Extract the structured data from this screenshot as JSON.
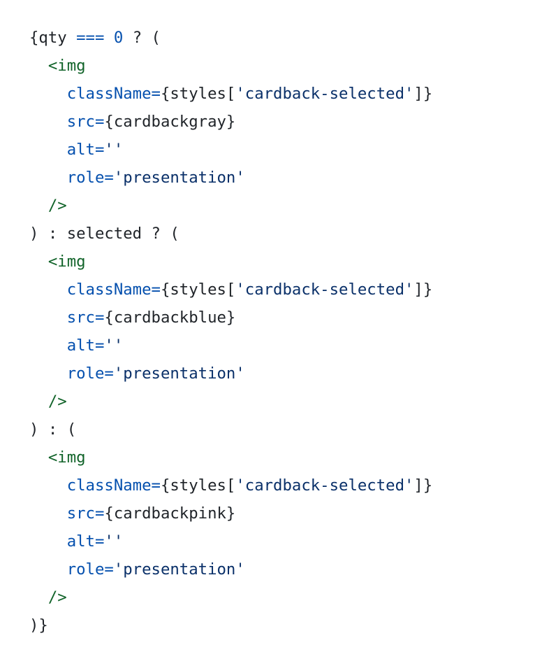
{
  "colors": {
    "background": "#ffffff",
    "text": "#1f2328",
    "keyword": "#0550ae",
    "tag": "#116329",
    "string": "#0a3069"
  },
  "code": {
    "lines": [
      {
        "indent": 0,
        "tokens": [
          {
            "t": "{qty ",
            "c": "text"
          },
          {
            "t": "===",
            "c": "keyword"
          },
          {
            "t": " ",
            "c": "text"
          },
          {
            "t": "0",
            "c": "keyword"
          },
          {
            "t": " ? (",
            "c": "text"
          }
        ]
      },
      {
        "indent": 1,
        "tokens": [
          {
            "t": "<img",
            "c": "tag"
          }
        ]
      },
      {
        "indent": 2,
        "tokens": [
          {
            "t": "className=",
            "c": "keyword"
          },
          {
            "t": "{styles[",
            "c": "text"
          },
          {
            "t": "'cardback-selected'",
            "c": "string"
          },
          {
            "t": "]}",
            "c": "text"
          }
        ]
      },
      {
        "indent": 2,
        "tokens": [
          {
            "t": "src=",
            "c": "keyword"
          },
          {
            "t": "{cardbackgray}",
            "c": "text"
          }
        ]
      },
      {
        "indent": 2,
        "tokens": [
          {
            "t": "alt=",
            "c": "keyword"
          },
          {
            "t": "''",
            "c": "string"
          }
        ]
      },
      {
        "indent": 2,
        "tokens": [
          {
            "t": "role=",
            "c": "keyword"
          },
          {
            "t": "'presentation'",
            "c": "string"
          }
        ]
      },
      {
        "indent": 1,
        "tokens": [
          {
            "t": "/>",
            "c": "tag"
          }
        ]
      },
      {
        "indent": 0,
        "tokens": [
          {
            "t": ") : selected ? (",
            "c": "text"
          }
        ]
      },
      {
        "indent": 1,
        "tokens": [
          {
            "t": "<img",
            "c": "tag"
          }
        ]
      },
      {
        "indent": 2,
        "tokens": [
          {
            "t": "className=",
            "c": "keyword"
          },
          {
            "t": "{styles[",
            "c": "text"
          },
          {
            "t": "'cardback-selected'",
            "c": "string"
          },
          {
            "t": "]}",
            "c": "text"
          }
        ]
      },
      {
        "indent": 2,
        "tokens": [
          {
            "t": "src=",
            "c": "keyword"
          },
          {
            "t": "{cardbackblue}",
            "c": "text"
          }
        ]
      },
      {
        "indent": 2,
        "tokens": [
          {
            "t": "alt=",
            "c": "keyword"
          },
          {
            "t": "''",
            "c": "string"
          }
        ]
      },
      {
        "indent": 2,
        "tokens": [
          {
            "t": "role=",
            "c": "keyword"
          },
          {
            "t": "'presentation'",
            "c": "string"
          }
        ]
      },
      {
        "indent": 1,
        "tokens": [
          {
            "t": "/>",
            "c": "tag"
          }
        ]
      },
      {
        "indent": 0,
        "tokens": [
          {
            "t": ") : (",
            "c": "text"
          }
        ]
      },
      {
        "indent": 1,
        "tokens": [
          {
            "t": "<img",
            "c": "tag"
          }
        ]
      },
      {
        "indent": 2,
        "tokens": [
          {
            "t": "className=",
            "c": "keyword"
          },
          {
            "t": "{styles[",
            "c": "text"
          },
          {
            "t": "'cardback-selected'",
            "c": "string"
          },
          {
            "t": "]}",
            "c": "text"
          }
        ]
      },
      {
        "indent": 2,
        "tokens": [
          {
            "t": "src=",
            "c": "keyword"
          },
          {
            "t": "{cardbackpink}",
            "c": "text"
          }
        ]
      },
      {
        "indent": 2,
        "tokens": [
          {
            "t": "alt=",
            "c": "keyword"
          },
          {
            "t": "''",
            "c": "string"
          }
        ]
      },
      {
        "indent": 2,
        "tokens": [
          {
            "t": "role=",
            "c": "keyword"
          },
          {
            "t": "'presentation'",
            "c": "string"
          }
        ]
      },
      {
        "indent": 1,
        "tokens": [
          {
            "t": "/>",
            "c": "tag"
          }
        ]
      },
      {
        "indent": 0,
        "tokens": [
          {
            "t": ")}",
            "c": "text"
          }
        ]
      }
    ]
  }
}
